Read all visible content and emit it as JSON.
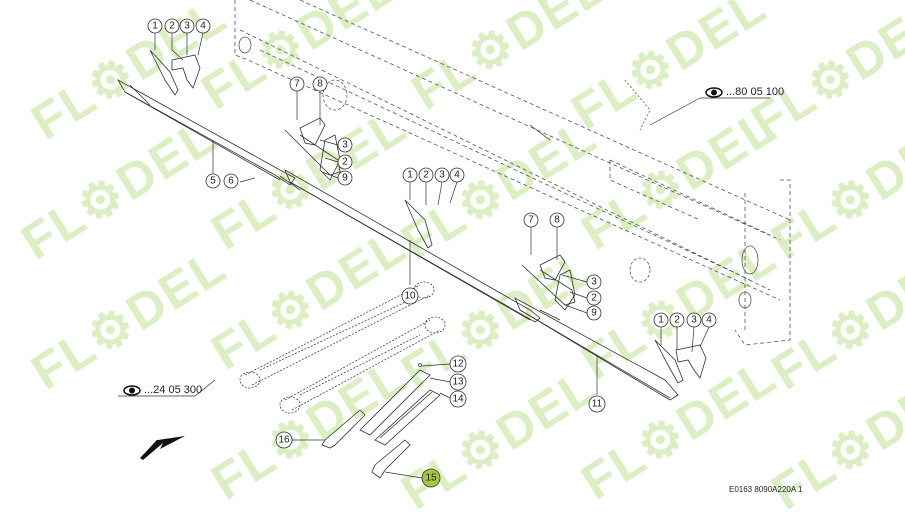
{
  "diagram": {
    "type": "exploded-parts-diagram",
    "watermark": "FL⚙DEL",
    "watermark_color": "#dcefc4",
    "highlight_color": "#a8c63c",
    "references": [
      {
        "id": "ref-top",
        "icon": "eye-icon",
        "text": "...80 05 100"
      },
      {
        "id": "ref-left",
        "icon": "eye-icon",
        "text": "...24 05 300"
      }
    ],
    "footer_code": "E0163 8090A220A 1",
    "callouts": {
      "group_a": [
        "1",
        "2",
        "3",
        "4"
      ],
      "group_b": [
        "1",
        "2",
        "3",
        "4"
      ],
      "group_c": [
        "1",
        "2",
        "3",
        "4"
      ],
      "left_rail": [
        "5",
        "6"
      ],
      "bracket_1": [
        "7",
        "8",
        "3",
        "2",
        "9"
      ],
      "bracket_2": [
        "7",
        "8",
        "3",
        "2",
        "9"
      ],
      "center_rail": "10",
      "right_rail": "11",
      "guide_parts": [
        "12",
        "13",
        "14"
      ],
      "part_16": "16",
      "part_15_highlighted": "15"
    },
    "direction_arrow": "arrow-down-left"
  }
}
